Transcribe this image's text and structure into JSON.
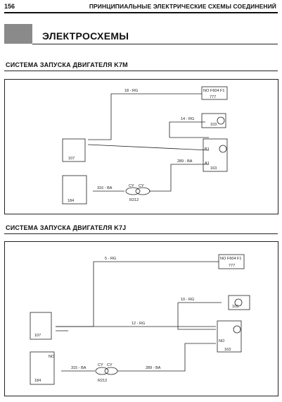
{
  "header": {
    "page_number": "156",
    "title": "ПРИНЦИПИАЛЬНЫЕ ЭЛЕКТРИЧЕСКИЕ СХЕМЫ СОЕДИНЕНИЙ"
  },
  "section": {
    "title": "ЭЛЕКТРОСХЕМЫ"
  },
  "diagram1": {
    "title": "СИСТЕМА ЗАПУСКА ДВИГАТЕЛЯ K7M",
    "wires": {
      "w_top": "18 - RG",
      "w_mid": "14 - RG",
      "w_bot": "289 - BA",
      "w_left": "316 - BA"
    },
    "components": {
      "c_top": "777",
      "c_mid": "103",
      "c_right": "163",
      "c_left": "107",
      "c_bot": "184",
      "c_conn": "R212"
    },
    "labels": {
      "nc_top": "NO",
      "fuse_top": "F604",
      "f1": "F1",
      "b1": "B1",
      "a1": "A1",
      "cv1": "CY",
      "cv2": "CY"
    }
  },
  "diagram2": {
    "title": "СИСТЕМА ЗАПУСКА ДВИГАТЕЛЯ K7J",
    "wires": {
      "w_top": "5 - RG",
      "w_mid": "10 - RG",
      "w_center": "12 - RG",
      "w_bot": "289 - BA",
      "w_left": "315 - BA"
    },
    "components": {
      "c_top": "777",
      "c_mid": "103",
      "c_right": "163",
      "c_left": "107",
      "c_bot": "184",
      "c_conn": "R212"
    },
    "labels": {
      "nc_top": "NO",
      "fuse_top": "F604",
      "f1": "F1",
      "nc_right": "NO",
      "nc_bot": "NO",
      "cv1": "CY",
      "cv2": "CY"
    }
  }
}
